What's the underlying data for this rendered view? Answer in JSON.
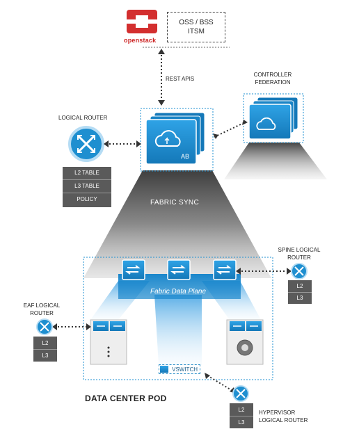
{
  "openstack": {
    "logo_text": "openstack"
  },
  "oss_box": {
    "line1": "OSS / BSS",
    "line2": "ITSM"
  },
  "rest_apis": "REST APIS",
  "controller_federation": {
    "line1": "CONTROLLER",
    "line2": "FEDERATION"
  },
  "logical_router": {
    "title": "LOGICAL ROUTER",
    "tables": [
      "L2 TABLE",
      "L3 TABLE",
      "POLICY"
    ]
  },
  "main_controller": {
    "badge": "AB"
  },
  "fabric_sync": "FABRIC SYNC",
  "fabric_data_plane": "Fabric Data Plane",
  "spine_router": {
    "line1": "SPINE LOGICAL",
    "line2": "ROUTER",
    "tables": [
      "L2",
      "L3"
    ]
  },
  "leaf_router": {
    "line1": "EAF LOGICAL",
    "line2": "ROUTER",
    "tables": [
      "L2",
      "L3"
    ]
  },
  "vswitch": "VSWITCH",
  "data_center_pod": "DATA CENTER POD",
  "hypervisor_router": {
    "line1": "HYPERVISOR",
    "line2": "LOGICAL ROUTER",
    "tables": [
      "L2",
      "L3"
    ]
  },
  "colors": {
    "accent_blue": "#1e8fd0",
    "dark_blue": "#0f5f93",
    "openstack_red": "#d32f2f",
    "table_gray": "#5a5a5a"
  }
}
